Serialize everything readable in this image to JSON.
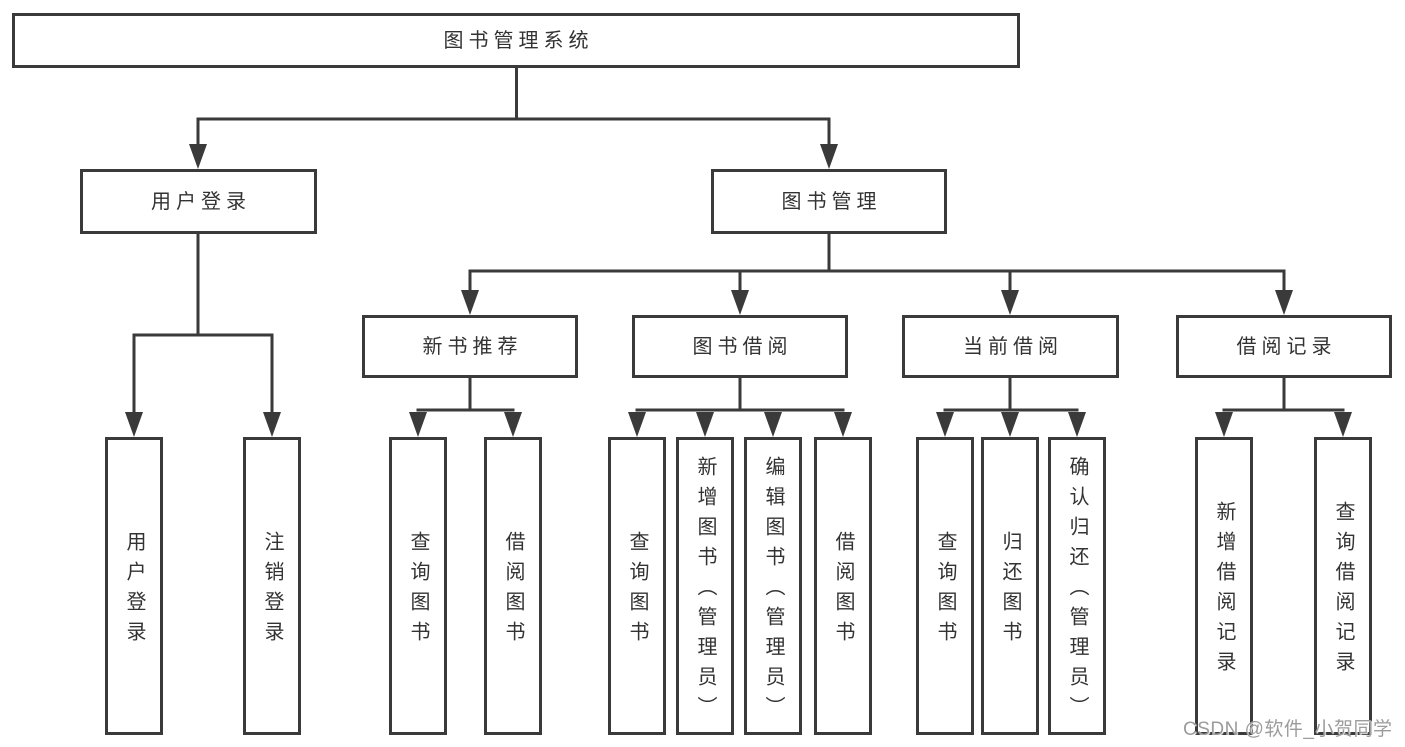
{
  "colors": {
    "line": "#3a3a3a",
    "box_border": "#3a3a3a",
    "box_fill": "#ffffff",
    "text": "#333333",
    "watermark": "#9c9c9c",
    "background": "#ffffff"
  },
  "tree": {
    "root": {
      "label": "图书管理系统"
    },
    "level2": [
      {
        "label": "用户登录"
      },
      {
        "label": "图书管理"
      }
    ],
    "level3": [
      {
        "label": "新书推荐",
        "parent": "图书管理"
      },
      {
        "label": "图书借阅",
        "parent": "图书管理"
      },
      {
        "label": "当前借阅",
        "parent": "图书管理"
      },
      {
        "label": "借阅记录",
        "parent": "图书管理"
      }
    ],
    "leaves": [
      {
        "label": "用户登录",
        "parent": "用户登录"
      },
      {
        "label": "注销登录",
        "parent": "用户登录"
      },
      {
        "label": "查询图书",
        "parent": "新书推荐"
      },
      {
        "label": "借阅图书",
        "parent": "新书推荐"
      },
      {
        "label": "查询图书",
        "parent": "图书借阅"
      },
      {
        "label": "新增图书（管理员）",
        "parent": "图书借阅"
      },
      {
        "label": "编辑图书（管理员）",
        "parent": "图书借阅"
      },
      {
        "label": "借阅图书",
        "parent": "图书借阅"
      },
      {
        "label": "查询图书",
        "parent": "当前借阅"
      },
      {
        "label": "归还图书",
        "parent": "当前借阅"
      },
      {
        "label": "确认归还（管理员）",
        "parent": "当前借阅"
      },
      {
        "label": "新增借阅记录",
        "parent": "借阅记录"
      },
      {
        "label": "查询借阅记录",
        "parent": "借阅记录"
      }
    ]
  },
  "watermark": {
    "text": "CSDN @软件_小贺同学"
  }
}
